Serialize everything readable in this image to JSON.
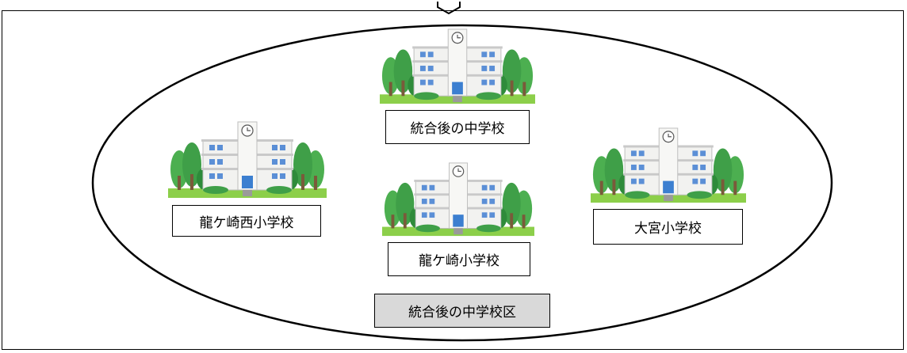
{
  "colors": {
    "building_wall": "#f2f2f0",
    "building_trim": "#c9c9c9",
    "window": "#5b8fd6",
    "door": "#3c7fd0",
    "tree": "#4caf50",
    "tree_dark": "#2e8b3a",
    "grass": "#8ccf4a",
    "district_label_bg": "#d9d9d9"
  },
  "icons": {
    "school": "school-building-icon",
    "top_arrow": "chevron-down-arrow-icon"
  },
  "schools": [
    {
      "id": "merged-junior-high",
      "label": "統合後の中学校"
    },
    {
      "id": "ryugasaki-nishi",
      "label": "龍ケ崎西小学校"
    },
    {
      "id": "ryugasaki",
      "label": "龍ケ崎小学校"
    },
    {
      "id": "omiya",
      "label": "大宮小学校"
    }
  ],
  "district_label": "統合後の中学校区"
}
